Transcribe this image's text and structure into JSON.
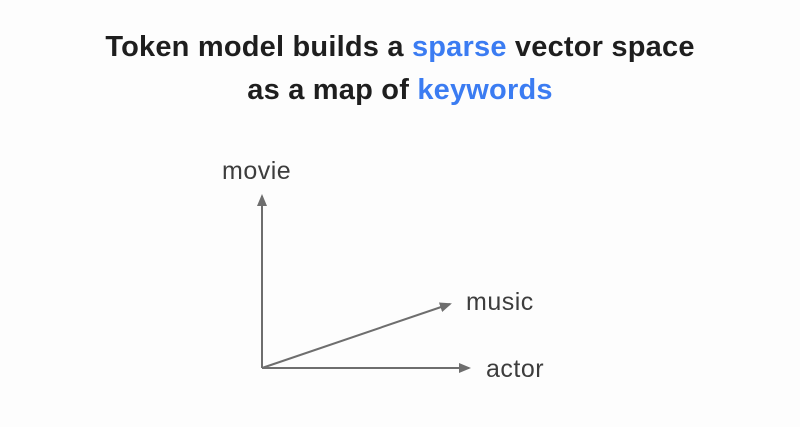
{
  "title": {
    "line1": {
      "part1": "Token model builds a ",
      "highlight": "sparse",
      "part2": " vector space"
    },
    "line2": {
      "part1": "as a map of ",
      "highlight": "keywords"
    }
  },
  "diagram": {
    "description": "sparse vector space sketch with origin and three arrows",
    "axes": [
      {
        "label": "movie",
        "direction": "up"
      },
      {
        "label": "music",
        "direction": "diagonal-up-right"
      },
      {
        "label": "actor",
        "direction": "right"
      }
    ]
  },
  "colors": {
    "background": "#fdfdfd",
    "title_text": "#1e1e1e",
    "accent_blue": "#3b7cf2",
    "arrow_gray": "#6e6e6e",
    "label_text": "#3d3d3d"
  }
}
